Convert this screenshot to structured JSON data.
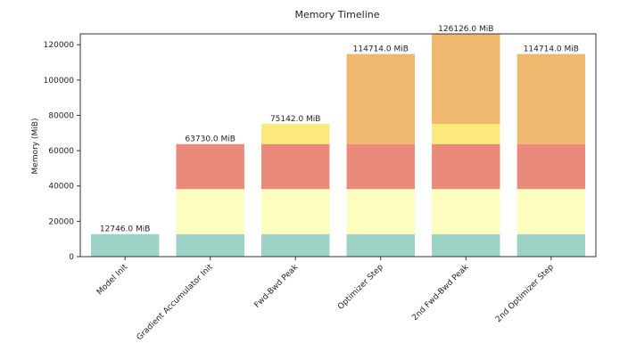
{
  "chart_data": {
    "type": "bar",
    "stacked": true,
    "title": "Memory Timeline",
    "xlabel": "",
    "ylabel": "Memory (MiB)",
    "ylim": [
      0,
      126126
    ],
    "yticks": [
      0,
      20000,
      40000,
      60000,
      80000,
      100000,
      120000
    ],
    "grid": false,
    "categories": [
      "Model Init",
      "Gradient Accumulator Init",
      "Fwd-Bwd Peak",
      "Optimizer Step",
      "2nd Fwd-Bwd Peak",
      "2nd Optimizer Step"
    ],
    "series": [
      {
        "color": "#9dd3c6",
        "values": [
          12746,
          12746,
          12746,
          12746,
          12746,
          12746
        ]
      },
      {
        "color": "#fdfdbf",
        "values": [
          0,
          25492,
          25492,
          25492,
          25492,
          25492
        ]
      },
      {
        "color": "#ea8a7a",
        "values": [
          0,
          25492,
          25492,
          25492,
          25492,
          25492
        ]
      },
      {
        "color": "#fbe97c",
        "values": [
          0,
          0,
          11412,
          0,
          11412,
          0
        ]
      },
      {
        "color": "#f0b86e",
        "values": [
          0,
          0,
          0,
          50984,
          50984,
          50984
        ]
      }
    ],
    "data_labels": [
      "12746.0 MiB",
      "63730.0 MiB",
      "75142.0 MiB",
      "114714.0 MiB",
      "126126.0 MiB",
      "114714.0 MiB"
    ]
  }
}
